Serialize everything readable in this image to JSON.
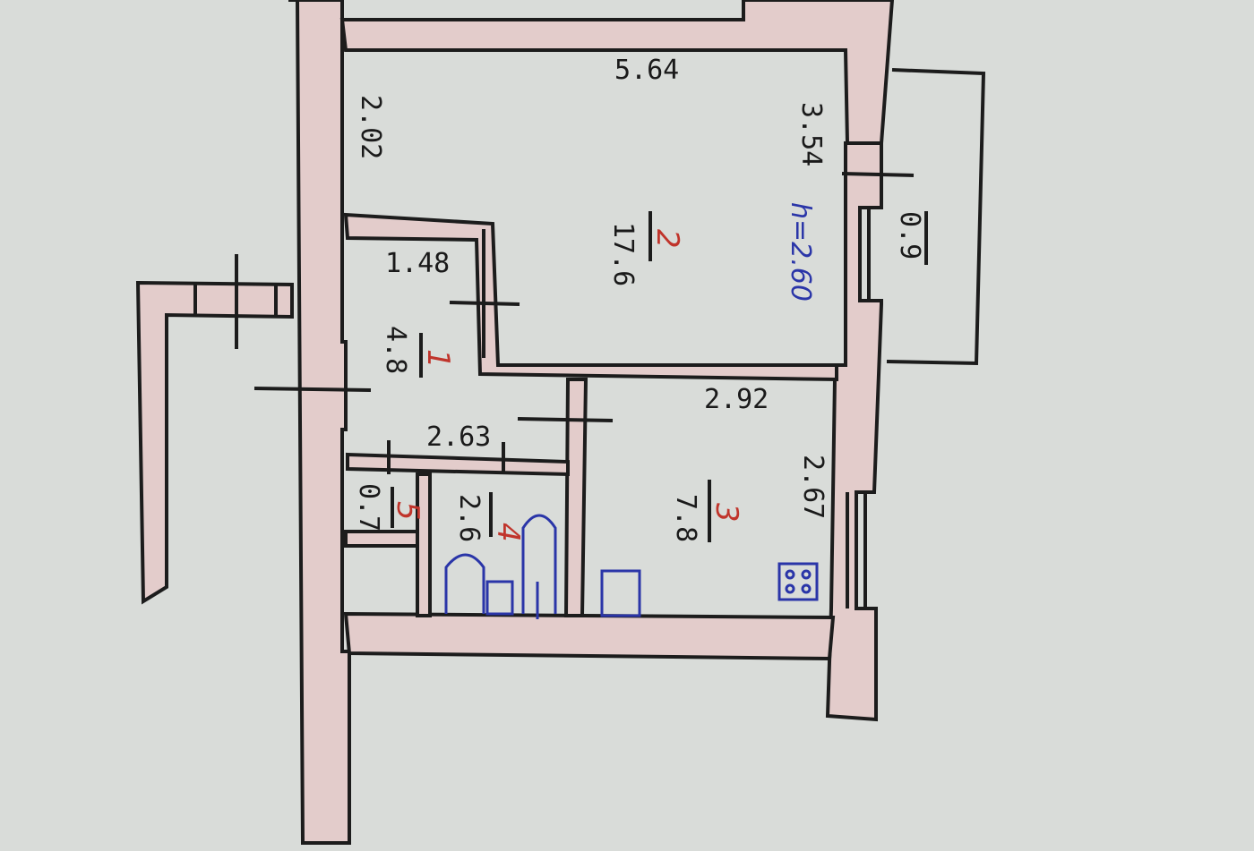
{
  "colors": {
    "paper": "#d9dcd9",
    "wall_fill": "#e3cccb",
    "ink": "#1c1c1c",
    "room_number": "#c0342b",
    "fixtures": "#2a35a8"
  },
  "ceiling_height": "h=2.60",
  "rooms": {
    "living": {
      "number": "2",
      "area": "17.6",
      "width": "5.64",
      "depth_left": "2.02",
      "depth_right": "3.54"
    },
    "hall": {
      "number": "1",
      "area": "4.8",
      "width_top": "1.48",
      "width_bottom": "2.63"
    },
    "kitchen": {
      "number": "3",
      "area": "7.8",
      "width": "2.92",
      "depth": "2.67"
    },
    "bath": {
      "number": "4",
      "area": "2.6"
    },
    "wc": {
      "number": "5",
      "area": "0.7"
    }
  },
  "balcony": {
    "area": "0.9"
  }
}
